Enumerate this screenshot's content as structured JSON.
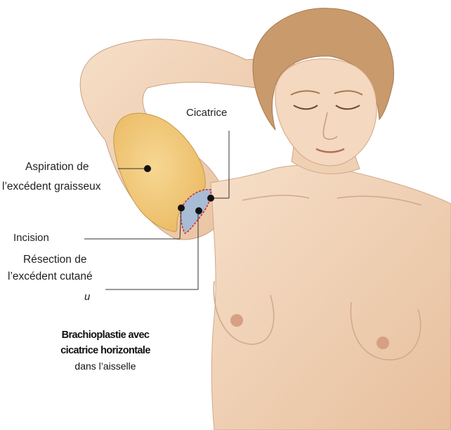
{
  "labels": {
    "cicatrice": "Cicatrice",
    "aspiration_line1": "Aspiration de",
    "aspiration_line2": "l’excédent graisseux",
    "incision": "Incision",
    "resection_line1": "Résection de",
    "resection_line2": "l’excédent cutané",
    "stray_mark": "u"
  },
  "caption": {
    "line1": "Brachioplastie avec",
    "line2": "cicatrice horizontale",
    "line3": "dans l’aisselle"
  },
  "colors": {
    "skin": "#f1d3b7",
    "skin_shadow": "#d9ae8c",
    "hair": "#c89a6c",
    "fat_zone": "#f2c774",
    "fat_outline": "#c49a4a",
    "resection_zone": "#a8bcd6",
    "incision_line": "#d22b2b",
    "marker": "#111111"
  }
}
